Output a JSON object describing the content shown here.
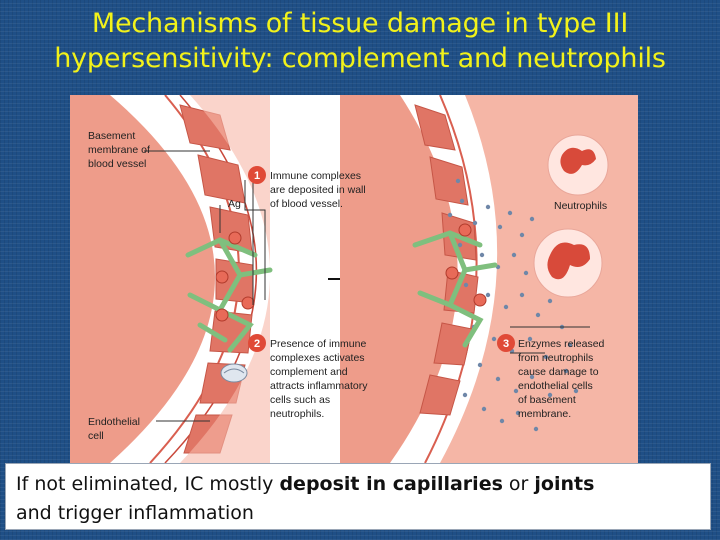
{
  "slide": {
    "title_line1": "Mechanisms of tissue damage in type III",
    "title_line2": "hypersensitivity: complement and neutrophils"
  },
  "figure": {
    "labels": {
      "basement_1": "Basement",
      "basement_2": "membrane of",
      "basement_3": "blood vessel",
      "ag": "Ag",
      "neutrophils": "Neutrophils",
      "endothelial_1": "Endothelial",
      "endothelial_2": "cell"
    },
    "steps": [
      {
        "number": "1",
        "lines": [
          "Immune complexes",
          "are deposited in wall",
          "of blood vessel."
        ]
      },
      {
        "number": "2",
        "lines": [
          "Presence of immune",
          "complexes activates",
          "complement and",
          "attracts inflammatory",
          "cells such as",
          "neutrophils."
        ]
      },
      {
        "number": "3",
        "lines": [
          "Enzymes released",
          "from neutrophils",
          "cause damage to",
          "endothelial cells",
          "of basement",
          "membrane."
        ]
      }
    ]
  },
  "caption": {
    "t1": "If not eliminated, IC mostly ",
    "b1": "deposit in capillaries",
    "t2": " or ",
    "b2": "joints",
    "line2": "and trigger inflammation"
  },
  "colors": {
    "background": "#1f4f86",
    "title": "#f2f21a",
    "vessel_fill": "#f2a896",
    "vessel_cell": "#e27666",
    "complex_green": "#8cc68a",
    "marker_red": "#e04a37",
    "neutrophil_nucleus": "#d84a3a"
  }
}
